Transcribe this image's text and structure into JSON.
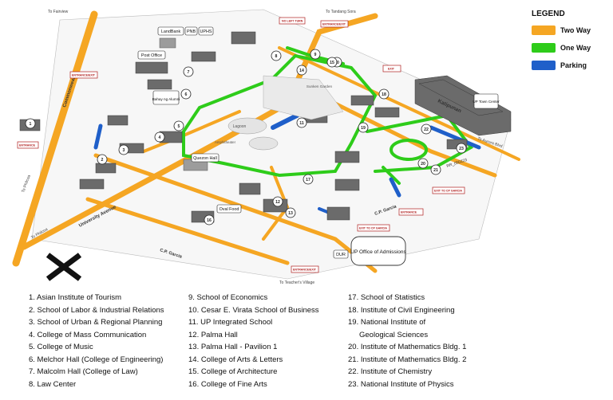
{
  "legend": {
    "title": "LEGEND",
    "items": [
      {
        "label": "Two Way",
        "color": "#f5a623"
      },
      {
        "label": "One Way",
        "color": "#2ecc1a"
      },
      {
        "label": "Parking",
        "color": "#1f5fc9"
      }
    ]
  },
  "map": {
    "direction_labels": {
      "to_fairview": "To Fairview",
      "to_tandang_sora": "To Tandang Sora",
      "to_philcoa_1": "To Philcoa",
      "to_philcoa_2": "To Philcoa",
      "to_aurora": "To Aurora Blvd",
      "to_teachers_village": "To Teacher's Village"
    },
    "roads": {
      "commonwealth": "Commonwealth",
      "university_avenue": "University Avenue",
      "katipunan": "Katipunan",
      "cp_garcia_1": "C.P. Garcia",
      "cp_garcia_2": "C.P. Garcia",
      "rr_050223": "RR_050223"
    },
    "places": {
      "landbank": "LandBank",
      "pnb": "PNB",
      "uphs": "UPHS",
      "post_office": "Post Office",
      "bahay_ng_alumni": "Bahay ng Alumni",
      "quezon_hall": "Quezon Hall",
      "lagoon": "Lagoon",
      "amphitheater": "Amphitheater",
      "sunken_garden": "Sunken Garden",
      "oval_food": "Oval Food",
      "up_town_center": "UP Town Center",
      "dur": "DUR",
      "office_of_admissions": "UP Office of Admissions"
    },
    "gate_signs": {
      "no_left_turn": "NO LEFT TURN",
      "entrance_exit": "ENTRANCE/EXIT",
      "exit": "EXIT",
      "entrance": "ENTRANCE",
      "exit_to_cp_garcia": "EXIT TO CP GARCIA"
    },
    "markers": [
      "1",
      "2",
      "3",
      "4",
      "5",
      "6",
      "7",
      "8",
      "9",
      "10",
      "11",
      "12",
      "13",
      "14",
      "15",
      "16",
      "17",
      "18",
      "19",
      "20",
      "21",
      "22",
      "23"
    ]
  },
  "buildings": [
    "1. Asian Institute of Tourism",
    "2. School of Labor & Industrial Relations",
    "3. School of Urban & Regional Planning",
    "4. College of Mass Communication",
    "5. College of Music",
    "6. Melchor Hall (College of Engineering)",
    "7. Malcolm Hall (College of Law)",
    "8. Law Center",
    "9. School of Economics",
    "10. Cesar E. Virata School of Business",
    "11. UP Integrated School",
    "12. Palma Hall",
    "13. Palma Hall - Pavilion 1",
    "14. College of Arts & Letters",
    "15. College of Architecture",
    "16. College of Fine Arts",
    "17. School of Statistics",
    "18. Institute of Civil Engineering",
    "19. National Institute of",
    "Geological Sciences",
    "20. Institute of Mathematics Bldg. 1",
    "21. Institute of Mathematics Bldg. 2",
    "22. Institute of Chemistry",
    "23. National Institute of Physics"
  ]
}
